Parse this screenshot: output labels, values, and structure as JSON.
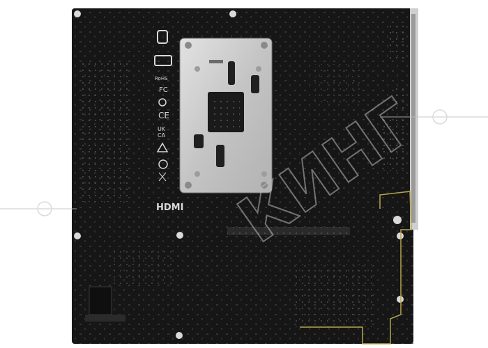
{
  "image": {
    "subject": "motherboard-rear-side",
    "background_color": "#ffffff",
    "board_color": "#161616",
    "backplate_color": "#c9c9c9",
    "watermark_color": "#bdbdbd",
    "trace_color": "#b8a54a"
  },
  "labels": {
    "certifications": [
      "CE",
      "UK CA",
      "FC",
      "RoHS"
    ],
    "hdmi_logo": "HDMI",
    "watermark": "КИНГ"
  }
}
